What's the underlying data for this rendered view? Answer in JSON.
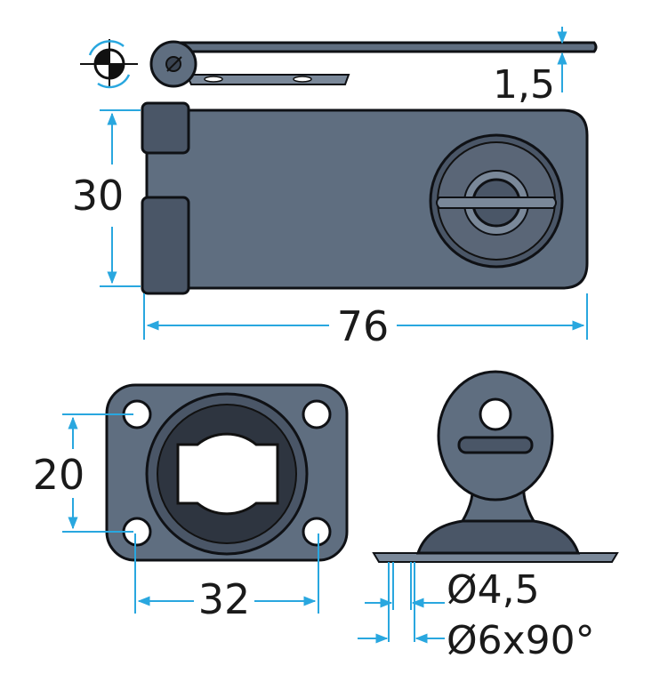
{
  "dimensions": {
    "thickness": "1,5",
    "height": "30",
    "length": "76",
    "base_height": "20",
    "base_width": "32",
    "hole_diameter": "Ø4,5",
    "countersink": "Ø6x90°"
  },
  "colors": {
    "dimension_line": "#29a7df",
    "metal": "#5f6e80",
    "outline": "#0f1115"
  },
  "icons": {
    "projection_symbol": "first-angle-projection-symbol"
  }
}
